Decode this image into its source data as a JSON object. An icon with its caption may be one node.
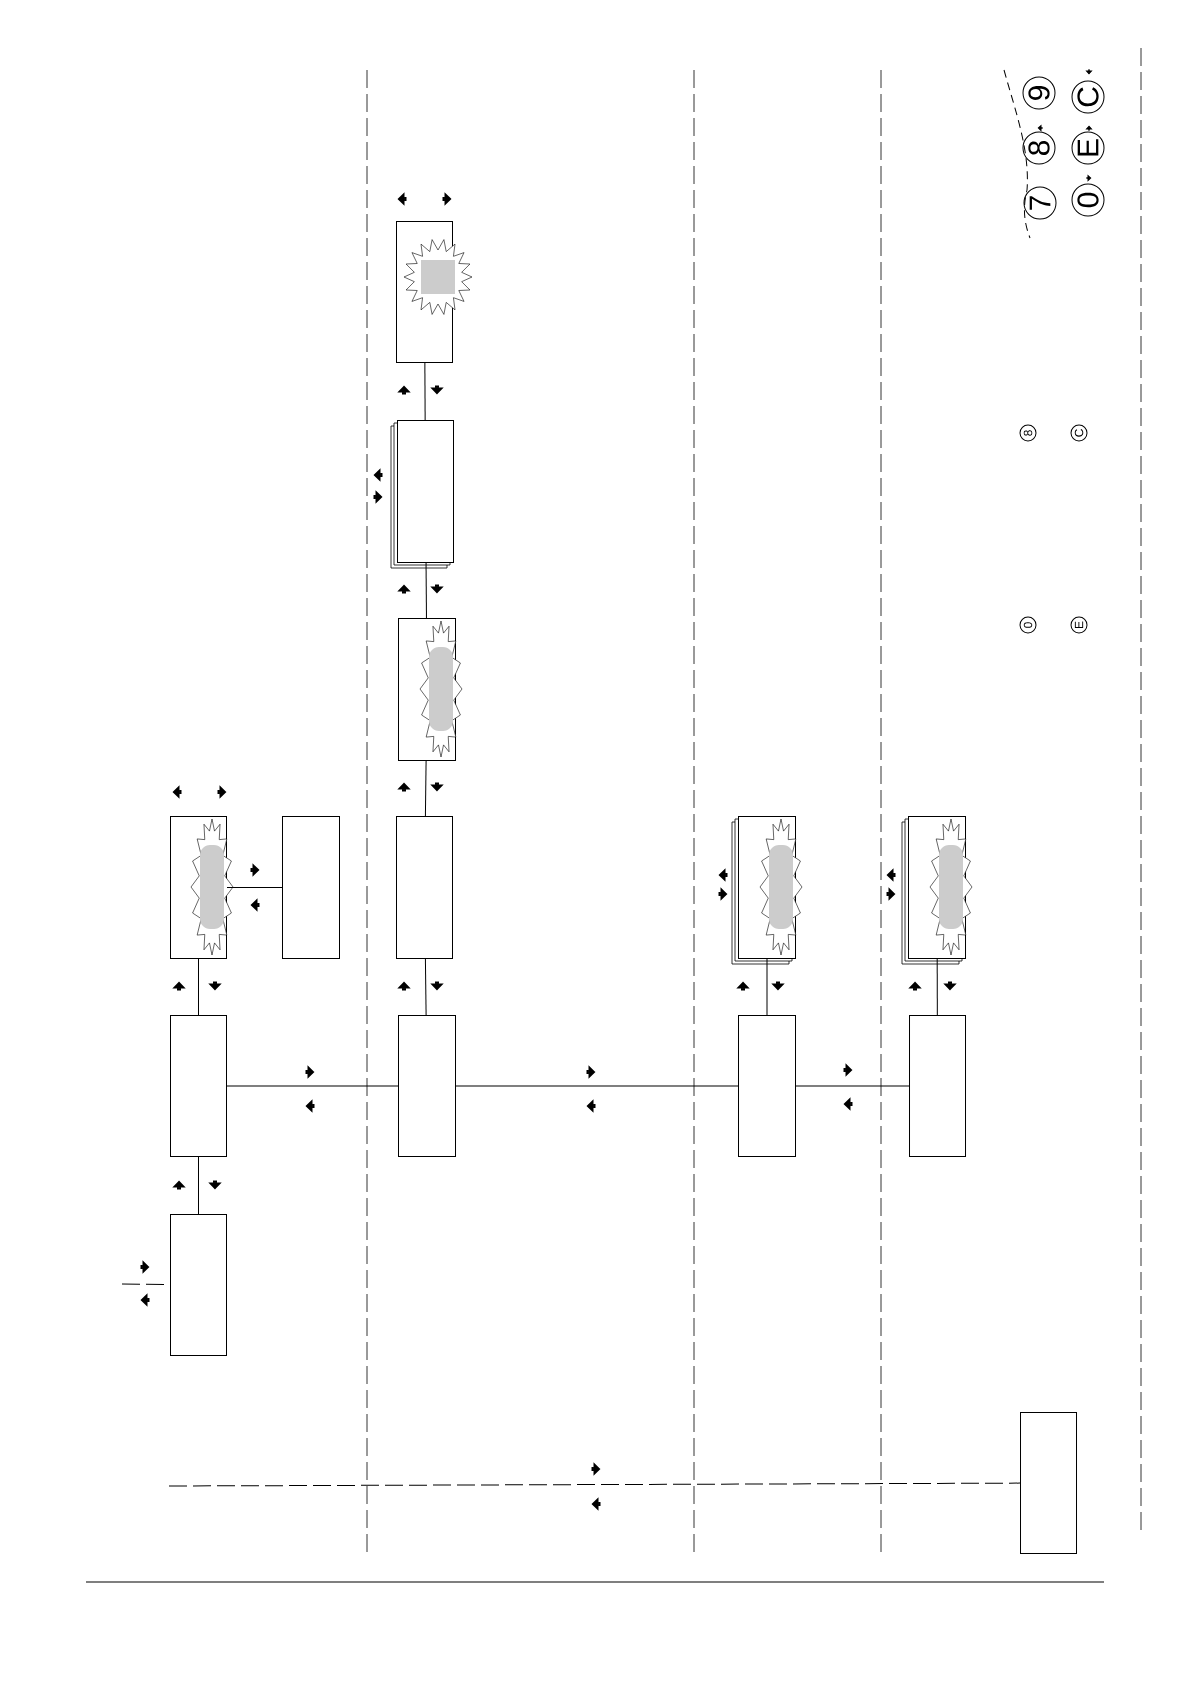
{
  "diagram": {
    "nodes": [
      {
        "text": [],
        "shape": "box"
      },
      {
        "text": [],
        "shape": "box"
      },
      {
        "text": [],
        "shape": "box"
      },
      {
        "text": [],
        "shape": "box"
      },
      {
        "text": [],
        "shape": "box"
      },
      {
        "text": [],
        "shape": "box"
      },
      {
        "text": [],
        "shape": "box"
      },
      {
        "text": [],
        "shape": "box"
      },
      {
        "text": [],
        "shape": "box"
      },
      {
        "text": [],
        "shape": "box"
      },
      {
        "text": [],
        "shape": "box"
      },
      {
        "text": [],
        "shape": "box"
      },
      {
        "text": [],
        "shape": "box"
      },
      {
        "text": [],
        "shape": "box"
      },
      {
        "text": [
          "9"
        ]
      },
      {
        "text": [
          "C"
        ]
      },
      {
        "text": [
          "8"
        ]
      },
      {
        "text": [
          "E"
        ]
      },
      {
        "text": [
          "7"
        ]
      },
      {
        "text": [
          "0"
        ]
      },
      {
        "text": [
          "8"
        ]
      },
      {
        "text": [
          "C"
        ]
      },
      {
        "text": [
          "0"
        ]
      },
      {
        "text": [
          "E"
        ]
      }
    ],
    "edges": [
      {
        "from": 0,
        "to": 1,
        "arrow": "none"
      },
      {
        "from": 2,
        "to": 0,
        "arrow": "none"
      },
      {
        "from": 3,
        "to": 2,
        "arrow": "none"
      },
      {
        "from": 2,
        "to": 8,
        "arrow": "none"
      },
      {
        "from": 8,
        "to": 10,
        "arrow": "none"
      },
      {
        "from": 10,
        "to": 12,
        "arrow": "none"
      },
      {
        "from": 4,
        "to": 5,
        "arrow": "none"
      },
      {
        "from": 5,
        "to": 6,
        "arrow": "none"
      },
      {
        "from": 6,
        "to": 7,
        "arrow": "none"
      },
      {
        "from": 7,
        "to": 8,
        "arrow": "none"
      },
      {
        "from": 9,
        "to": 10,
        "arrow": "none"
      },
      {
        "from": 11,
        "to": 12,
        "arrow": "none"
      },
      {
        "from": null,
        "to": 3,
        "arrow": "none",
        "style": "dashed"
      },
      {
        "from": null,
        "to": 13,
        "arrow": "none",
        "style": "dashed"
      }
    ]
  }
}
